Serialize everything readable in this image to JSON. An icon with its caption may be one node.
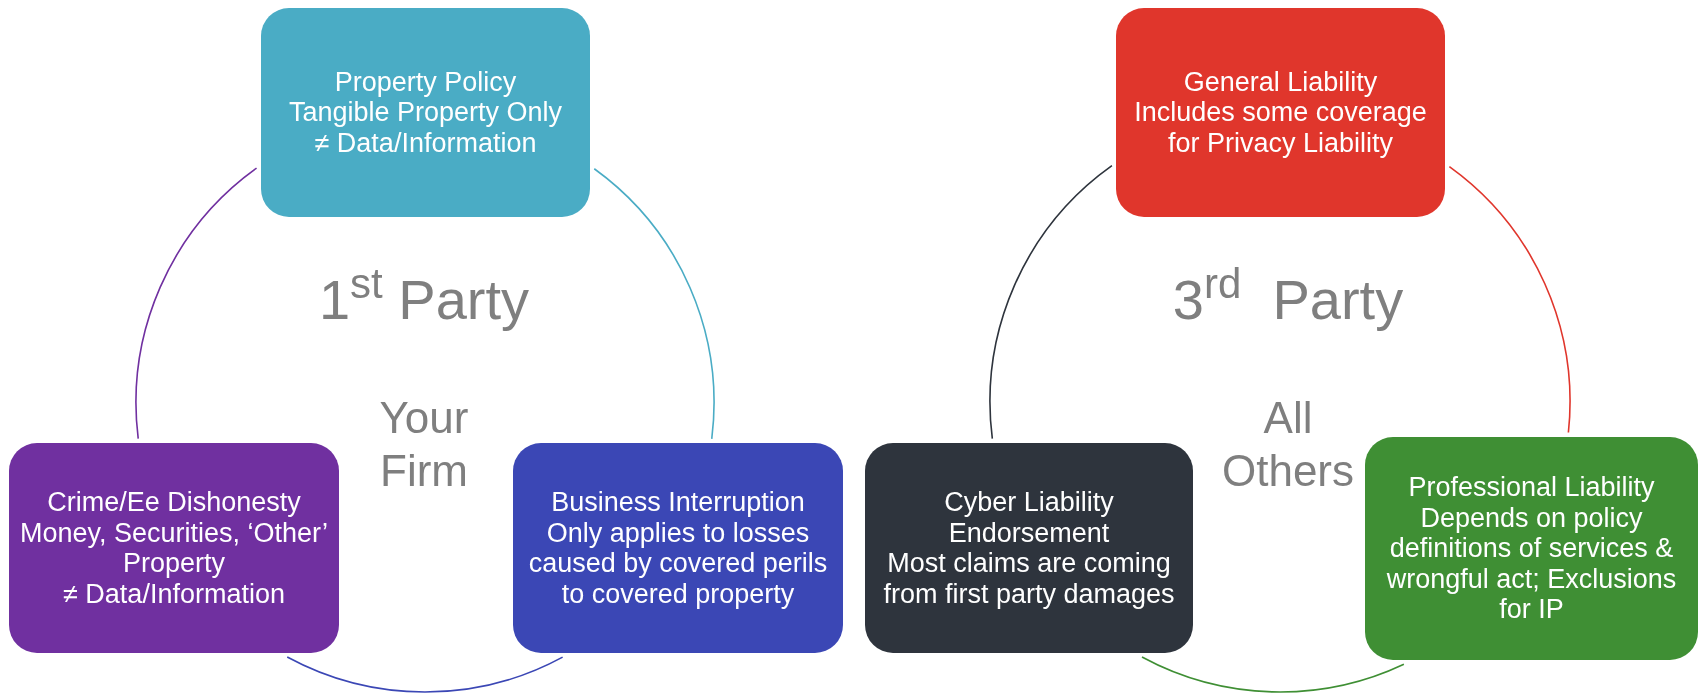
{
  "diagram": {
    "nodes": [
      {
        "text": [
          "Property Policy",
          "Tangible Property Only",
          "≠ Data/Information"
        ]
      },
      {
        "text": [
          "Crime/Ee Dishonesty",
          "Money, Securities, ‘Other’ Property",
          "≠ Data/Information"
        ]
      },
      {
        "text": [
          "Business Interruption",
          "Only applies to losses caused by covered perils to covered property"
        ]
      },
      {
        "text": [
          "General Liability",
          "Includes some coverage for Privacy Liability"
        ]
      },
      {
        "text": [
          "Cyber Liability Endorsement",
          "Most claims are coming from first party damages"
        ]
      },
      {
        "text": [
          "Professional Liability",
          "Depends on policy definitions of services & wrongful act; Exclusions for IP"
        ]
      }
    ],
    "edges": [
      {
        "from": 0,
        "to": 2,
        "arrow": "none",
        "color": "#4aacc5"
      },
      {
        "from": 2,
        "to": 1,
        "arrow": "none",
        "color": "#3b47b5"
      },
      {
        "from": 1,
        "to": 0,
        "arrow": "none",
        "color": "#7030a0"
      },
      {
        "from": 3,
        "to": 5,
        "arrow": "none",
        "color": "#e0362c"
      },
      {
        "from": 5,
        "to": 4,
        "arrow": "none",
        "color": "#3f8f34"
      },
      {
        "from": 4,
        "to": 3,
        "arrow": "none",
        "color": "#2e343d"
      }
    ],
    "labels": [
      "1$^{st}$ Party",
      "Your Firm",
      "3$^{rd}$  Party",
      "All Others"
    ]
  }
}
